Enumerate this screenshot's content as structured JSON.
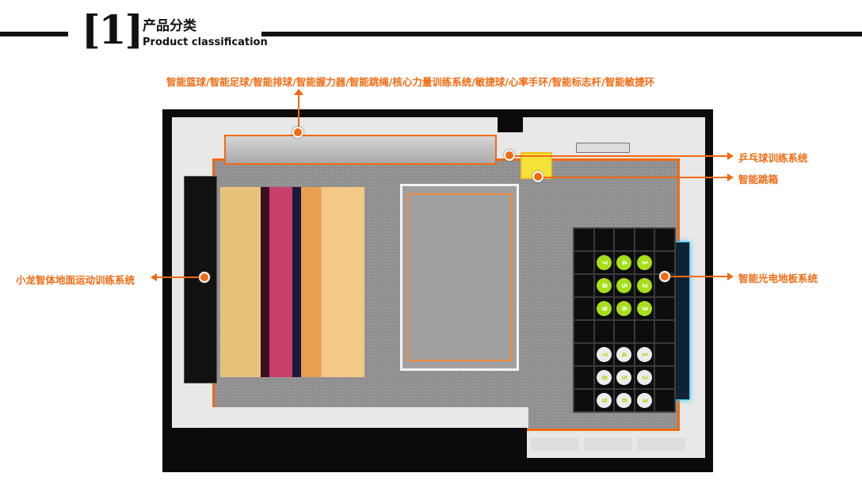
{
  "header": {
    "number": "[1]",
    "title": "产品分类",
    "subtitle": "Product classification"
  },
  "labels": {
    "top": "智能篮球/智能足球/智能排球/智能握力器/智能跳绳/核心力量训练系统/敏捷球/心率手环/智能标志杆/智能敏捷环",
    "left": "小龙智体地面运动训练系统",
    "right1": "乒乓球训练系统",
    "right2": "智能跳箱",
    "right3": "智能光电地板系统"
  },
  "floor_grid": {
    "green": [
      "7",
      "4",
      "1",
      "8",
      "5",
      "2",
      "9",
      "6",
      "3"
    ],
    "white": [
      "7",
      "4",
      "1",
      "8",
      "5",
      "2",
      "9",
      "6",
      "3"
    ]
  },
  "colors": {
    "accent": "#f26a11"
  }
}
